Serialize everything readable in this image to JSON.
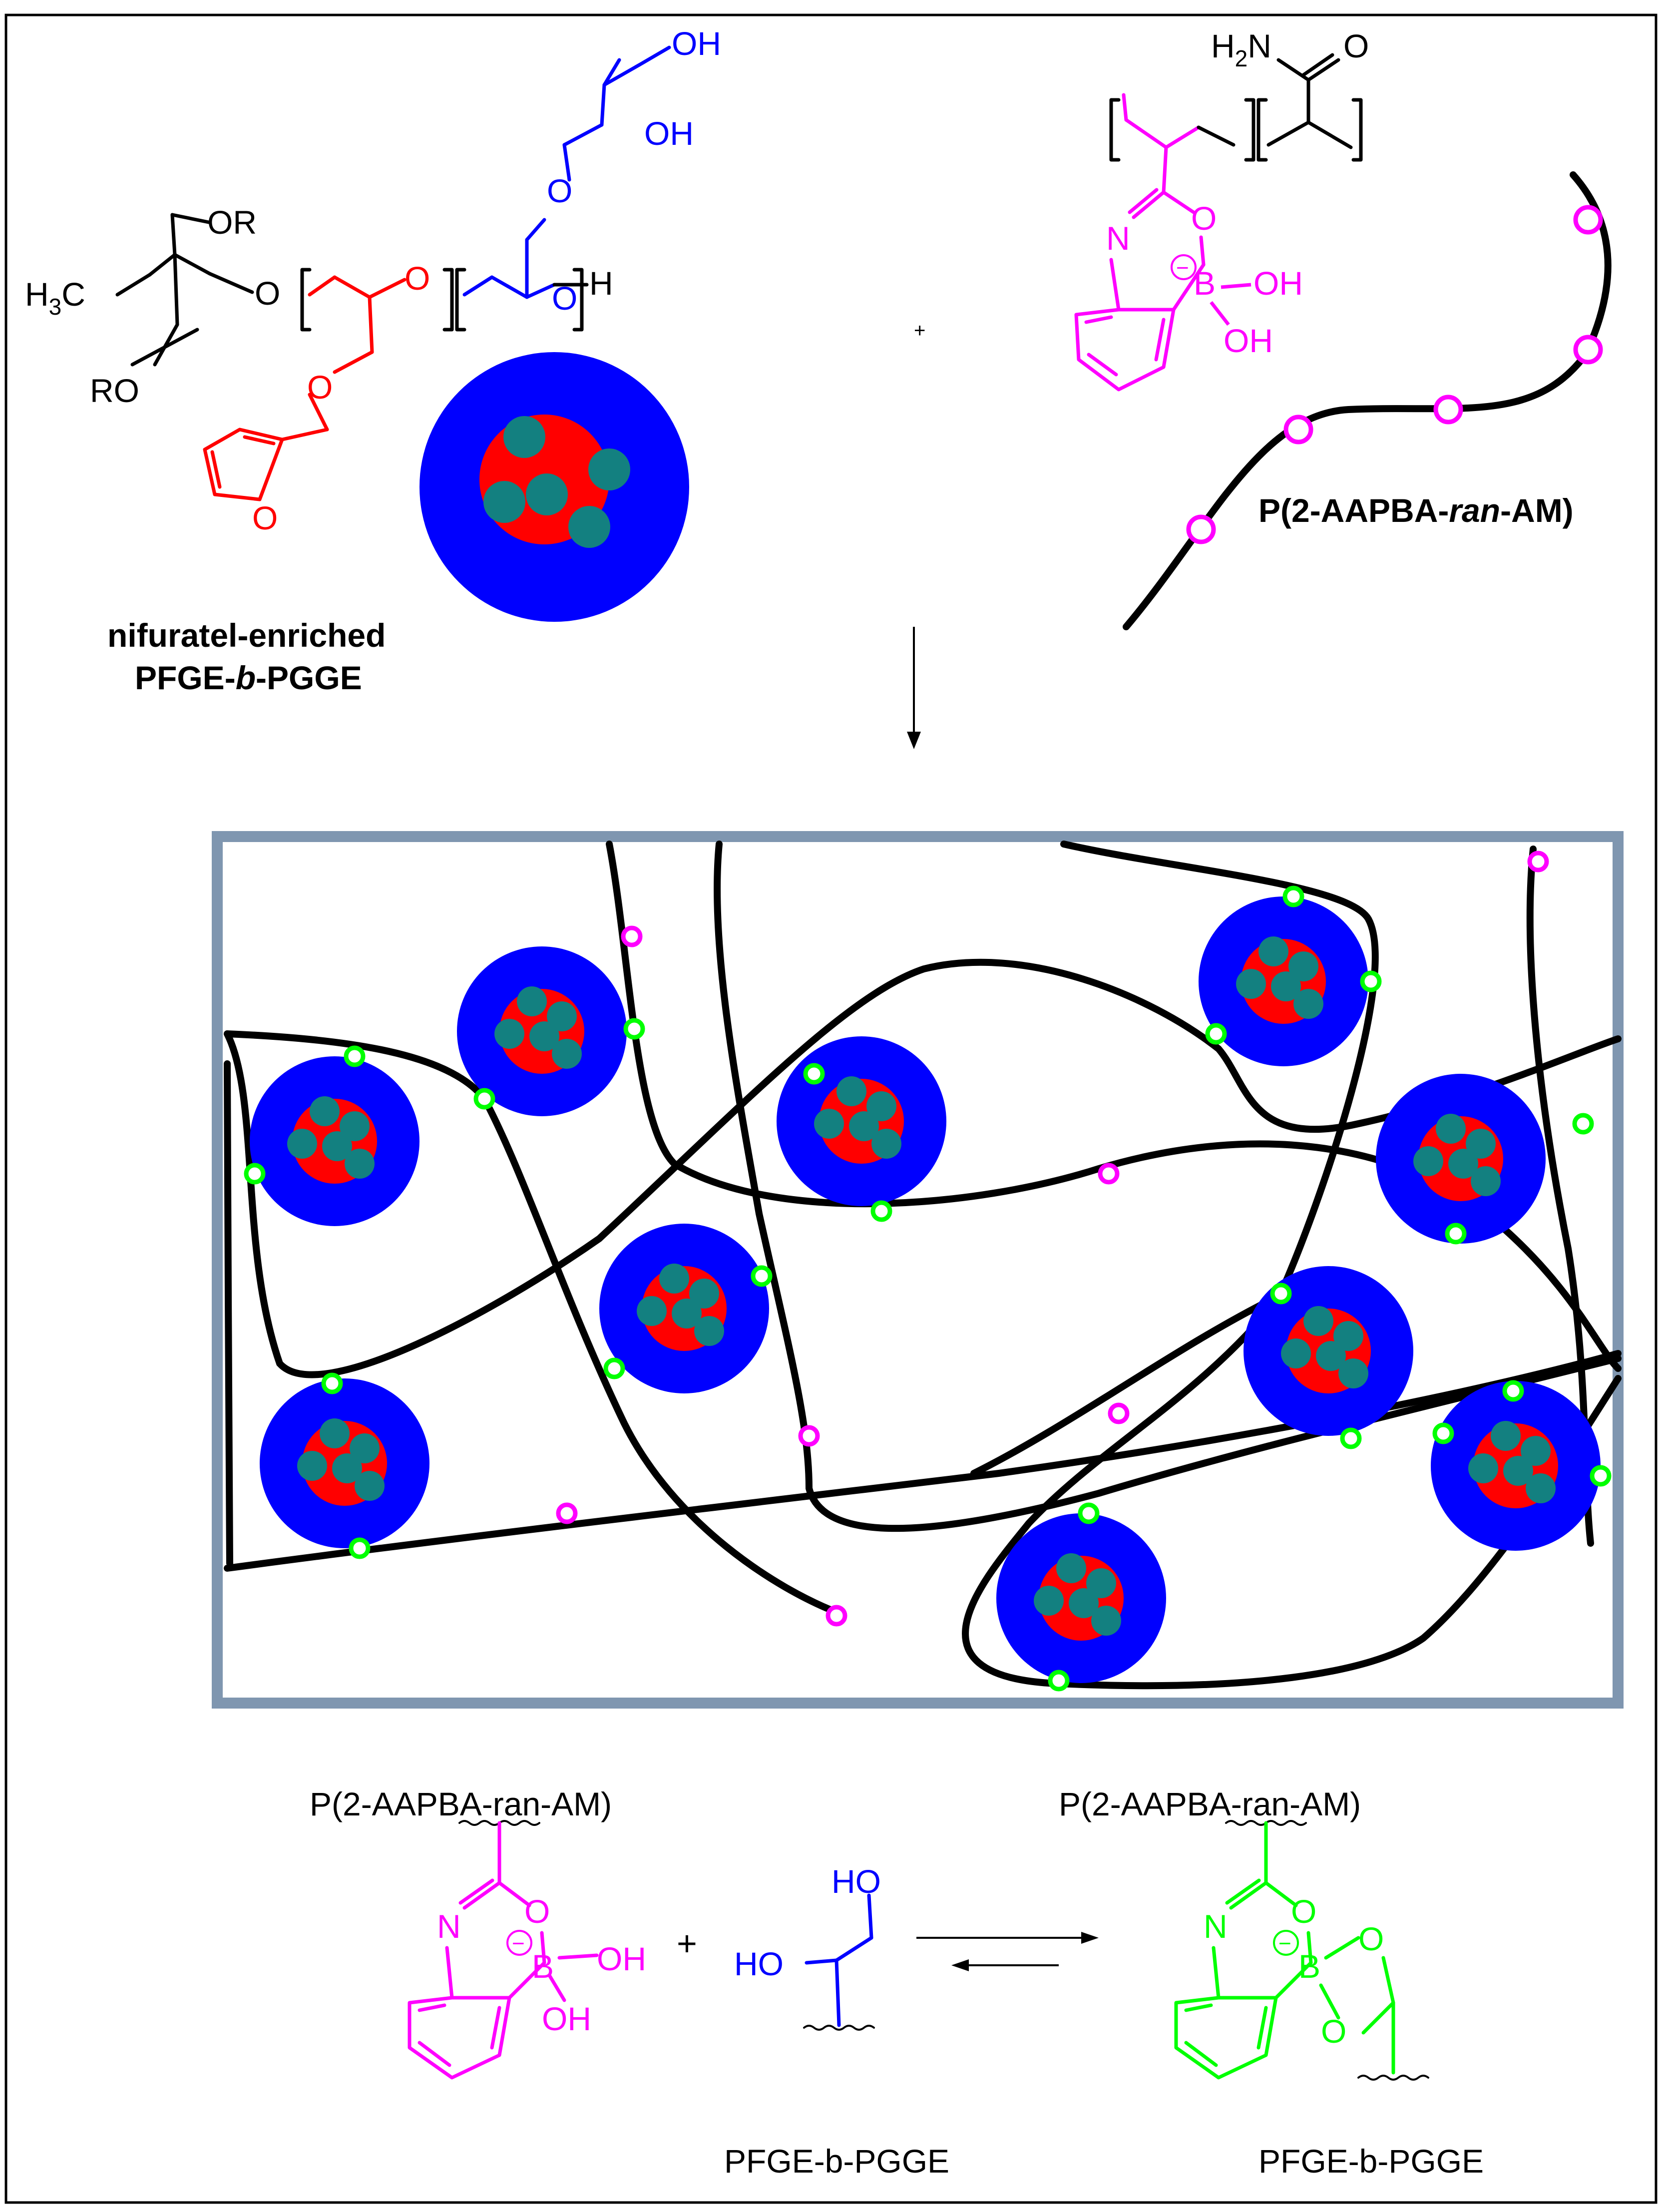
{
  "colors": {
    "red": "#ff0000",
    "blue": "#0000ff",
    "magenta": "#ff00ff",
    "green": "#00ff00",
    "teal": "#138080",
    "frame": "#7f96b0",
    "black": "#000000"
  },
  "top_left": {
    "label_line1": "nifuratel-enriched",
    "label_line2_a": "PFGE-",
    "label_line2_b": "b",
    "label_line2_c": "-PGGE",
    "atoms": {
      "OR_top": "OR",
      "H3C": "H",
      "H3C_sub": "3",
      "H3C_tail": "C",
      "RO": "RO",
      "O1": "O",
      "O_red": "O",
      "O_red2": "O",
      "O_furan": "O",
      "O_blue1": "O",
      "O_blue2": "O",
      "H_end": "H",
      "OH1": "OH",
      "OH2": "OH"
    }
  },
  "plus_top": "+",
  "top_right": {
    "label_a": "P(2-AAPBA-",
    "label_b": "ran",
    "label_c": "-AM)",
    "atoms": {
      "H2N_H": "H",
      "H2N_sub": "2",
      "H2N_N": "N",
      "O_amide": "O",
      "N": "N",
      "O": "O",
      "B": "B",
      "OH1": "OH",
      "OH2": "OH",
      "minus": "−"
    }
  },
  "bottom": {
    "left_label": "P(2-AAPBA-ran-AM)",
    "right_label": "P(2-AAPBA-ran-AM)",
    "diol_label": "PFGE-b-PGGE",
    "product_label": "PFGE-b-PGGE",
    "plus": "+",
    "left_atoms": {
      "N": "N",
      "O": "O",
      "B": "B",
      "OH1": "OH",
      "OH2": "OH",
      "minus": "−"
    },
    "diol_atoms": {
      "HO1": "HO",
      "HO2": "HO"
    },
    "product_atoms": {
      "N": "N",
      "O1": "O",
      "O2": "O",
      "O3": "O",
      "B": "B",
      "minus": "−"
    }
  }
}
